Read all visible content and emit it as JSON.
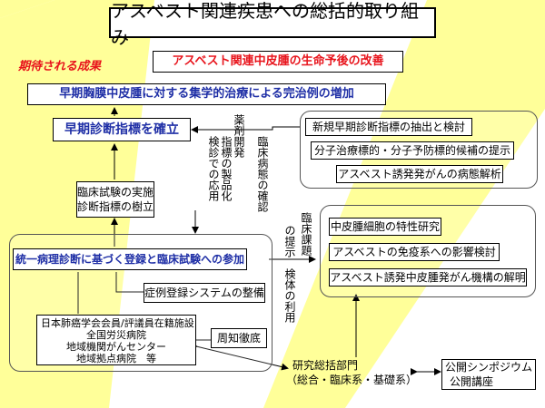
{
  "title": "アスベスト関連疾患への総括的取り組み",
  "expected_results": "期待される成果",
  "goal": "アスベスト関連中皮腫の生命予後の改善",
  "outcome": "早期胸膜中皮腫に対する集学的治療による完治例の増加",
  "early_diagnosis": "早期診断指標を確立",
  "clinical_trial": {
    "line1": "臨床試験の実施",
    "line2": "診断指標の樹立"
  },
  "registration": "統一病理診断に基づく登録と臨床試験への参加",
  "case_system": "症例登録システムの整備",
  "institutions": [
    "日本肺癌学会会員/評議員在籍施設",
    "全国労災病院",
    "地域機関がんセンター",
    "地域拠点病院　等"
  ],
  "publicize": "周知徹底",
  "research_dept": {
    "line1": "研究総括部門",
    "line2": "（総合・臨床系・基礎系）"
  },
  "symposium": {
    "line1": "公開シンポジウム",
    "line2": "公開講座"
  },
  "upper_research": [
    "新規早期診断指標の抽出と検討",
    "分子治療標的・分子予防標的候補の提示",
    "アスベスト誘発発がんの病態解析"
  ],
  "lower_research": [
    "中皮腫細胞の特性研究",
    "アスベストの免疫系への影響検討",
    "アスベスト誘発中皮腫発がん機構の解明"
  ],
  "vertical_labels": {
    "diagnosis_use": "検診での応用",
    "drug_dev": "薬剤開発",
    "marker_product": "指標の製品化",
    "clinical_confirm": "臨床病態の確認",
    "clinical_task": "臨床課題",
    "task_provide": "の提示",
    "sample_use": "検体の利用"
  },
  "colors": {
    "accent_blue": "#1f2fa6",
    "accent_red": "#e8141c",
    "band_yellow": "#ffff99"
  }
}
